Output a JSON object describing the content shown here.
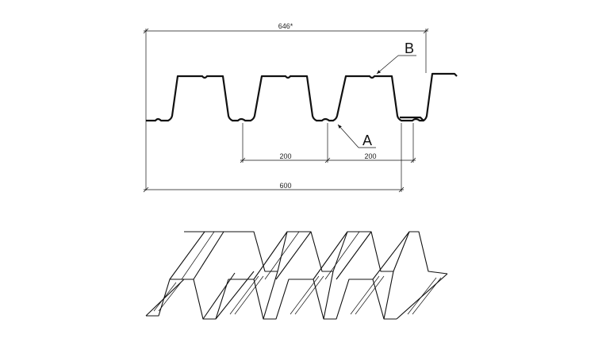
{
  "dimensions": {
    "overall_width": "646*",
    "rib_pitch_1": "200",
    "rib_pitch_2": "200",
    "cover_width": "600"
  },
  "callouts": {
    "a": "A",
    "b": "B"
  },
  "colors": {
    "line": "#111111",
    "background": "#ffffff"
  }
}
